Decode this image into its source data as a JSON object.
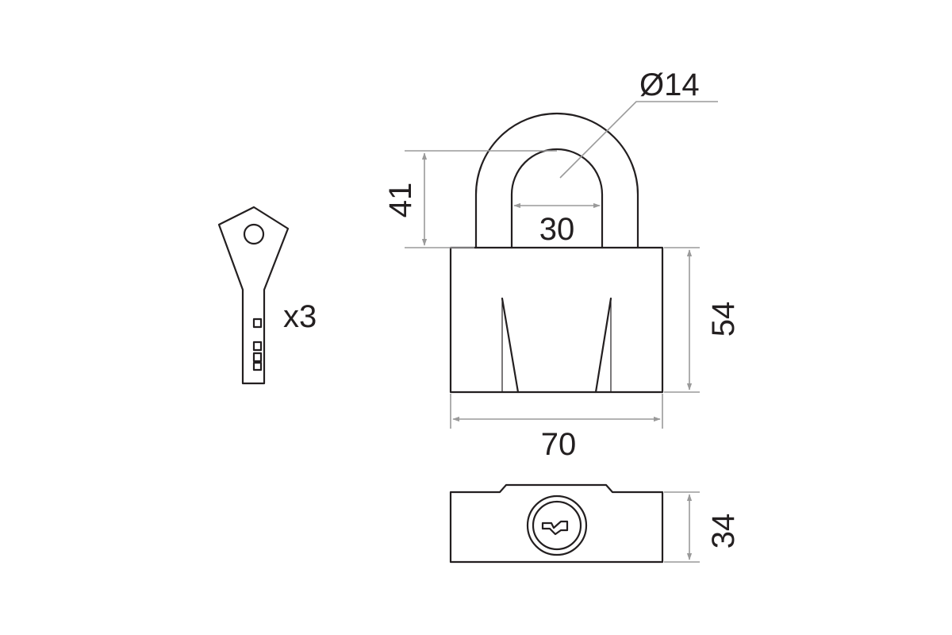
{
  "diagram": {
    "key_quantity": "x3",
    "dimensions": {
      "shackle_diameter": "Ø14",
      "shackle_height": "41",
      "shackle_inner_width": "30",
      "body_width": "70",
      "body_height": "54",
      "body_depth": "34"
    },
    "colors": {
      "line": "#231f20",
      "dimension": "#9a9a9a",
      "background": "#ffffff"
    }
  }
}
